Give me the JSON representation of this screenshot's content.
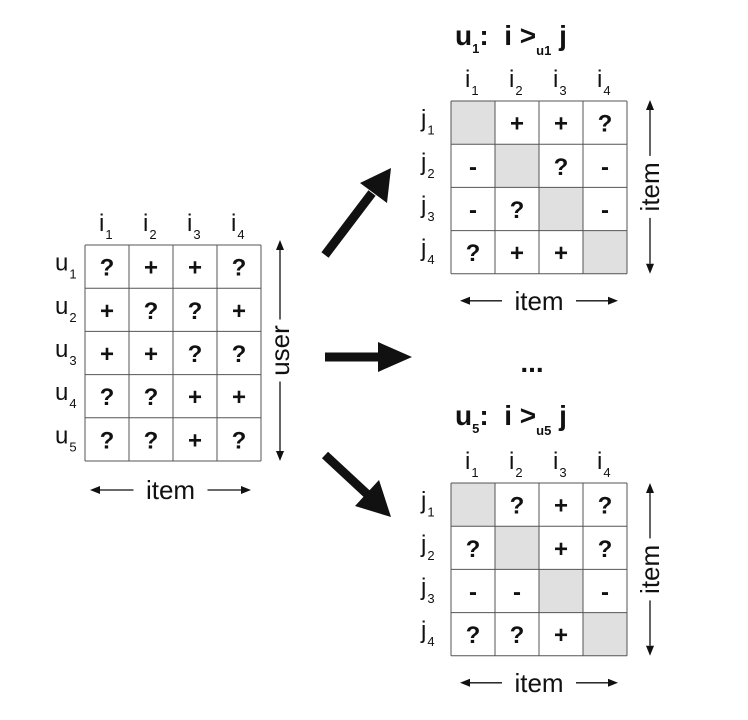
{
  "left_matrix": {
    "columns": [
      [
        "i",
        "1"
      ],
      [
        "i",
        "2"
      ],
      [
        "i",
        "3"
      ],
      [
        "i",
        "4"
      ]
    ],
    "rows": [
      [
        "u",
        "1"
      ],
      [
        "u",
        "2"
      ],
      [
        "u",
        "3"
      ],
      [
        "u",
        "4"
      ],
      [
        "u",
        "5"
      ]
    ],
    "cells": [
      [
        "?",
        "+",
        "+",
        "?"
      ],
      [
        "+",
        "?",
        "?",
        "+"
      ],
      [
        "+",
        "+",
        "?",
        "?"
      ],
      [
        "?",
        "?",
        "+",
        "+"
      ],
      [
        "?",
        "?",
        "+",
        "?"
      ]
    ],
    "bottom_axis": "item",
    "right_axis": "user"
  },
  "top_matrix": {
    "title": {
      "user": "u",
      "user_sub": "1",
      "relation": "i >",
      "rel_sub": "u1",
      "j": "j"
    },
    "columns": [
      [
        "i",
        "1"
      ],
      [
        "i",
        "2"
      ],
      [
        "i",
        "3"
      ],
      [
        "i",
        "4"
      ]
    ],
    "rows": [
      [
        "j",
        "1"
      ],
      [
        "j",
        "2"
      ],
      [
        "j",
        "3"
      ],
      [
        "j",
        "4"
      ]
    ],
    "cells": [
      [
        "",
        "+",
        "+",
        "?"
      ],
      [
        "-",
        "",
        "?",
        "-"
      ],
      [
        "-",
        "?",
        "",
        "-"
      ],
      [
        "?",
        "+",
        "+",
        ""
      ]
    ],
    "bottom_axis": "item",
    "right_axis": "item"
  },
  "ellipsis": "...",
  "bottom_matrix": {
    "title": {
      "user": "u",
      "user_sub": "5",
      "relation": "i >",
      "rel_sub": "u5",
      "j": "j"
    },
    "columns": [
      [
        "i",
        "1"
      ],
      [
        "i",
        "2"
      ],
      [
        "i",
        "3"
      ],
      [
        "i",
        "4"
      ]
    ],
    "rows": [
      [
        "j",
        "1"
      ],
      [
        "j",
        "2"
      ],
      [
        "j",
        "3"
      ],
      [
        "j",
        "4"
      ]
    ],
    "cells": [
      [
        "",
        "?",
        "+",
        "?"
      ],
      [
        "?",
        "",
        "+",
        "?"
      ],
      [
        "-",
        "-",
        "",
        "-"
      ],
      [
        "?",
        "?",
        "+",
        ""
      ]
    ],
    "bottom_axis": "item",
    "right_axis": "item"
  }
}
